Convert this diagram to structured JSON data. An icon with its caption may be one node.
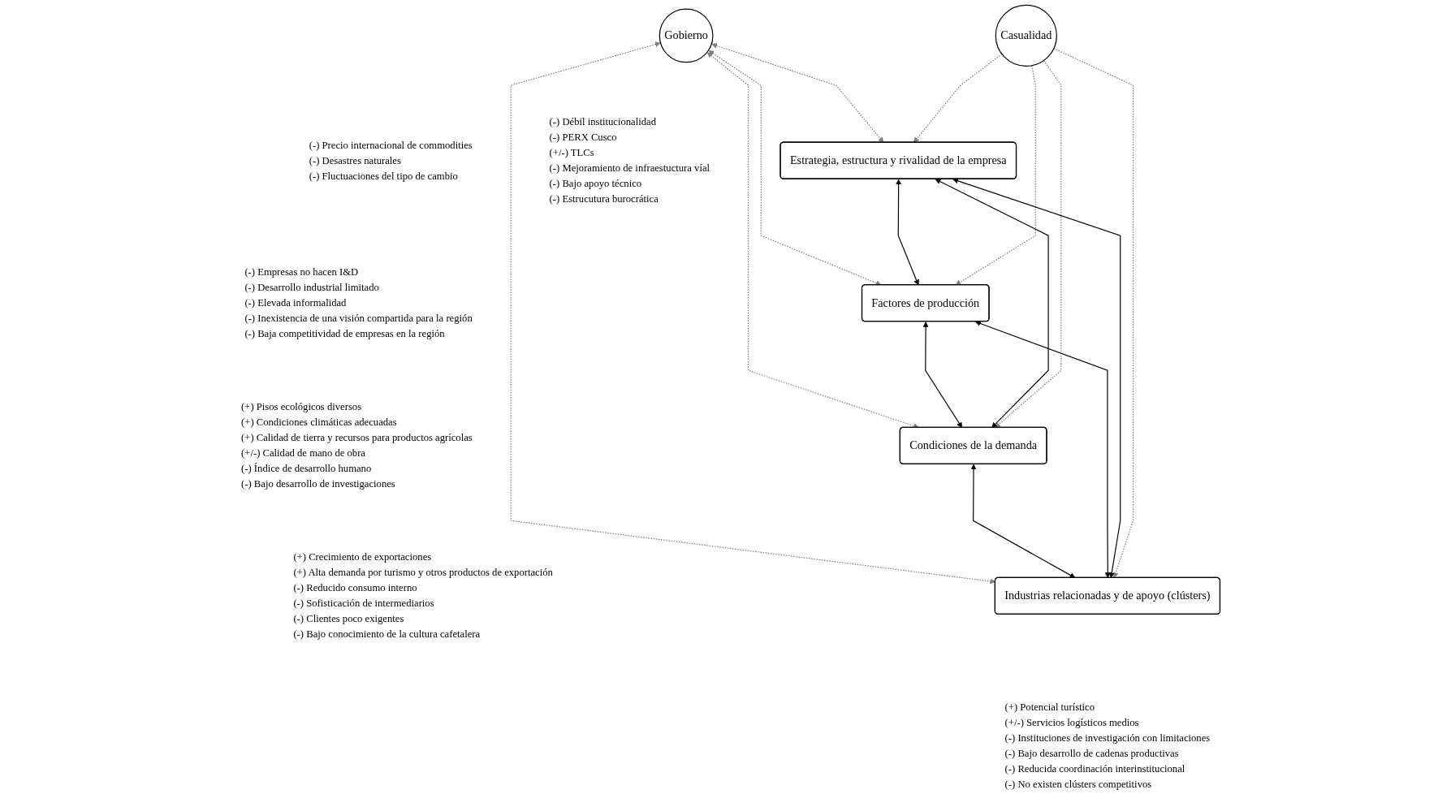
{
  "diagram": {
    "nodes": [
      {
        "text": [
          "Casualidad"
        ],
        "beside": [
          "(-) Precio internacional de commodities",
          "(-) Desastres naturales",
          "(-) Fluctuaciones del tipo de cambio"
        ]
      },
      {
        "text": [
          "Estrategia, estructura y rivalidad de la empresa"
        ],
        "beside": [
          "(-) Empresas no hacen I&D",
          "(-) Desarrollo industrial limitado",
          "(-) Elevada informalidad",
          "(-) Inexistencia de una visión compartida para la región",
          "(-) Baja competitividad de empresas en la región"
        ]
      },
      {
        "text": [
          "Factores de producción"
        ],
        "beside": [
          "(+) Pisos ecológicos diversos",
          "(+) Condiciones climáticas adecuadas",
          "(+) Calidad de tierra y recursos para productos agrícolas",
          "(+/-) Calidad de mano de obra",
          "(-) Índice de desarrollo humano",
          "(-) Bajo desarrollo de investigaciones"
        ]
      },
      {
        "text": [
          "Condiciones de la demanda"
        ],
        "beside": [
          "(+) Crecimiento de exportaciones",
          "(+) Alta demanda por turismo y otros productos de exportación",
          "(-) Reducido consumo interno",
          "(-) Sofisticación de intermediarios",
          "(-) Clientes poco exigentes",
          "(-) Bajo conocimiento de la cultura cafetalera"
        ]
      },
      {
        "text": [
          "Industrias relacionadas y de apoyo (clústers)"
        ],
        "beside": [
          "(+) Potencial turístico",
          "(+/-) Servicios logísticos medios",
          "(-) Instituciones de investigación con limitaciones",
          "(-) Bajo desarrollo de cadenas productivas",
          "(-) Reducida coordinación interinstitucional",
          "(-) No existen clústers competitivos"
        ]
      },
      {
        "text": [
          "Gobierno"
        ],
        "beside": [
          "(-) Débil institucionalidad",
          "(-) PERX Cusco",
          "(+/-) TLCs",
          "(-) Mejoramiento de infraestuctura víal",
          "(-) Bajo apoyo técnico",
          "(-) Estrucutura burocrática"
        ]
      }
    ],
    "edges": [
      {
        "from": 0,
        "to": 1,
        "arrow": "to",
        "style": "dashed"
      },
      {
        "from": 0,
        "to": 2,
        "arrow": "to",
        "style": "dashed"
      },
      {
        "from": 0,
        "to": 3,
        "arrow": "to",
        "style": "dashed"
      },
      {
        "from": 0,
        "to": 4,
        "arrow": "to",
        "style": "dashed"
      },
      {
        "from": 1,
        "to": 2,
        "arrow": "both",
        "color": "#000000"
      },
      {
        "from": 1,
        "to": 3,
        "arrow": "both",
        "color": "#000000"
      },
      {
        "from": 1,
        "to": 4,
        "arrow": "both",
        "color": "#000000"
      },
      {
        "from": 2,
        "to": 3,
        "arrow": "both",
        "color": "#000000"
      },
      {
        "from": 2,
        "to": 4,
        "arrow": "both",
        "color": "#000000"
      },
      {
        "from": 3,
        "to": 4,
        "arrow": "both",
        "color": "#000000"
      },
      {
        "from": 5,
        "to": 1,
        "arrow": "both",
        "style": "dashed"
      },
      {
        "from": 5,
        "to": 2,
        "arrow": "both",
        "style": "dashed"
      },
      {
        "from": 5,
        "to": 3,
        "arrow": "both",
        "style": "dashed"
      },
      {
        "from": 5,
        "to": 4,
        "arrow": "both",
        "style": "dashed"
      }
    ]
  }
}
